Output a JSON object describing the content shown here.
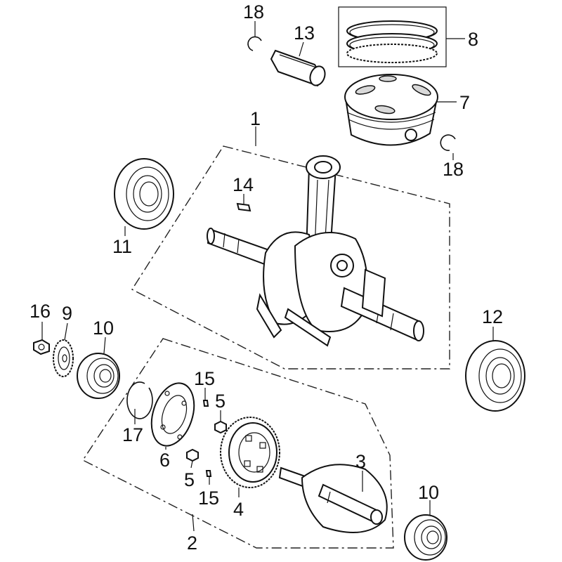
{
  "diagram": {
    "labels": {
      "l1": "1",
      "l2": "2",
      "l3": "3",
      "l4": "4",
      "l5a": "5",
      "l5b": "5",
      "l6": "6",
      "l7": "7",
      "l8": "8",
      "l9": "9",
      "l10a": "10",
      "l10b": "10",
      "l11": "11",
      "l12": "12",
      "l13": "13",
      "l14": "14",
      "l15a": "15",
      "l15b": "15",
      "l16": "16",
      "l17": "17",
      "l18a": "18",
      "l18b": "18"
    }
  }
}
